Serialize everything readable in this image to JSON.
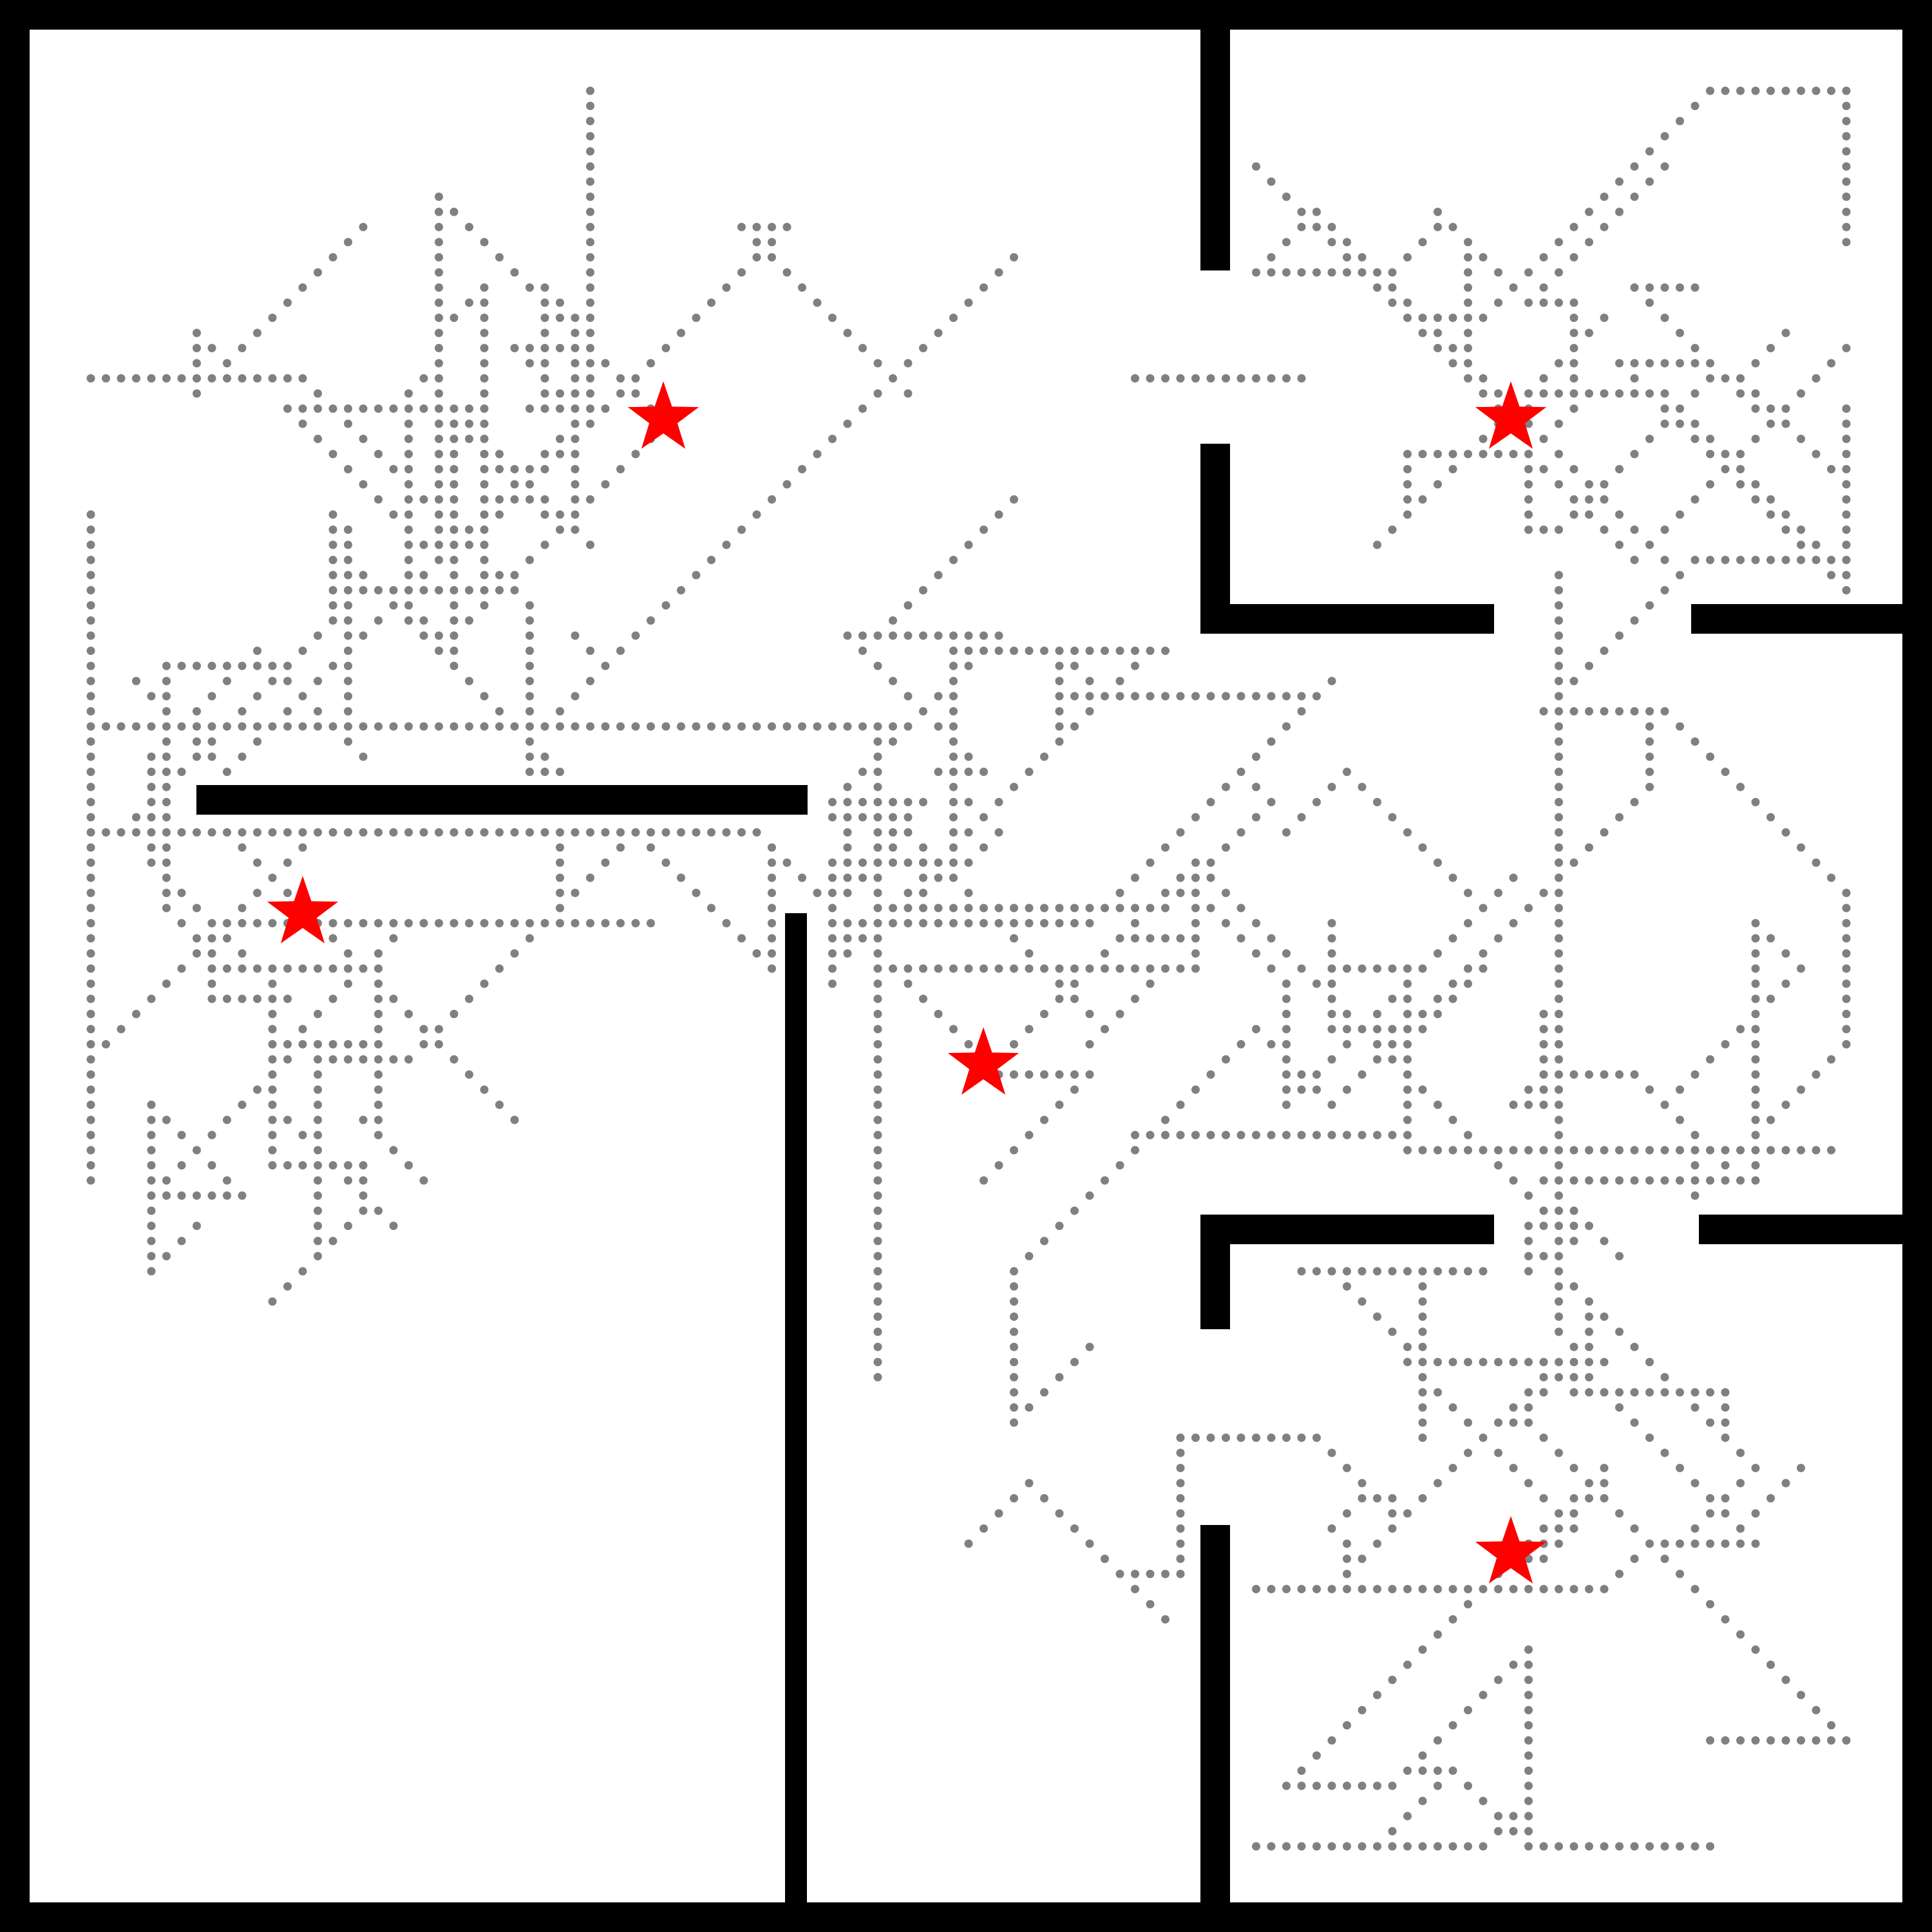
{
  "colors": {
    "background": "#ffffff",
    "wall": "#000000",
    "trail_dot": "#808080",
    "goal_star": "#ff0000"
  },
  "icons": {
    "goal": "red-star-icon",
    "trail": "gray-dot"
  },
  "goal_count": 5,
  "room_labels": [
    "top-left",
    "top-right",
    "left",
    "center",
    "bottom-right"
  ]
}
